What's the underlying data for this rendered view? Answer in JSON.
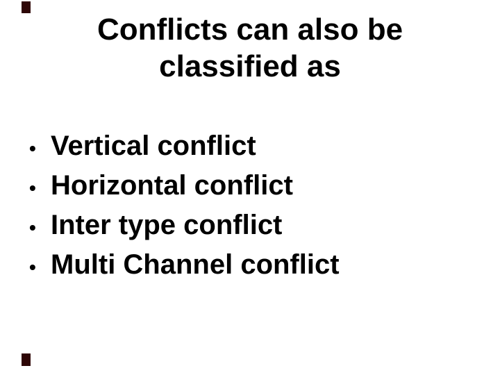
{
  "slide": {
    "title": {
      "line1": "Conflicts can also be",
      "line2": "classified as"
    },
    "bullet_glyph": "•",
    "bullets": [
      {
        "label": "Vertical conflict"
      },
      {
        "label": "Horizontal conflict"
      },
      {
        "label": "Inter type conflict"
      },
      {
        "label": "Multi Channel conflict"
      }
    ],
    "colors": {
      "background": "#ffffff",
      "text": "#000000",
      "corner_marker": "#2e0606"
    }
  }
}
